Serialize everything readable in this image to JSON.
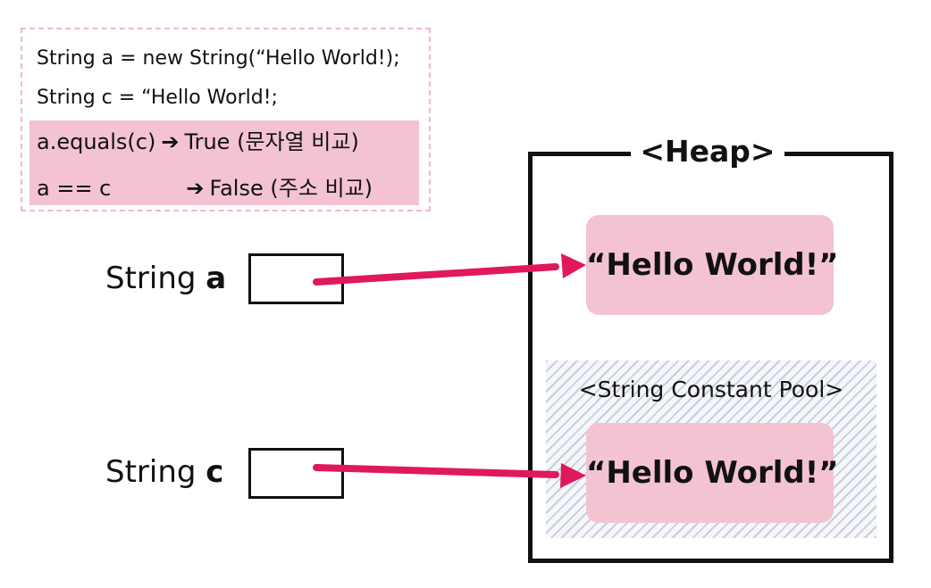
{
  "code": {
    "line1": "String a = new String(“Hello World!);",
    "line2": "String c = “Hello World!;",
    "line3_left": "a.equals(c)",
    "line3_right": "True (문자열 비교)",
    "line4_left": "a == c",
    "line4_right": "False (주소 비교)",
    "arrow_glyph": "➔"
  },
  "variables": {
    "a": {
      "type": "String",
      "name": "a"
    },
    "c": {
      "type": "String",
      "name": "c"
    }
  },
  "heap": {
    "title": "<Heap>",
    "object_value": "“Hello World!”",
    "pool_title": "<String Constant Pool>",
    "pool_object_value": "“Hello World!”"
  },
  "colors": {
    "highlight_pink": "#f4c3d2",
    "dashed_border": "#f3b7c8",
    "arrow": "#e0185c",
    "outline": "#111111",
    "pool_hatch": "#c9cedd"
  }
}
